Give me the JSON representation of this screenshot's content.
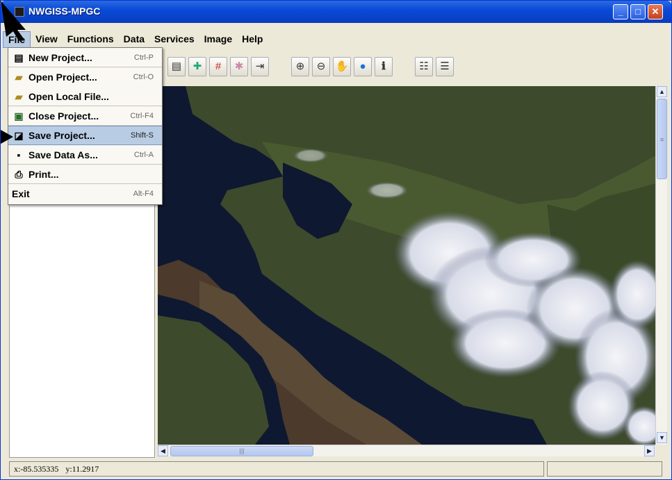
{
  "window": {
    "title": "NWGISS-MPGC",
    "controls": [
      "_",
      "□",
      "✕"
    ]
  },
  "menubar": {
    "items": [
      "File",
      "View",
      "Functions",
      "Data",
      "Services",
      "Image",
      "Help"
    ],
    "active": "File"
  },
  "file_menu": {
    "items": [
      {
        "label": "New Project...",
        "shortcut": "Ctrl-P",
        "icon": "new-project-icon"
      },
      {
        "label": "Open Project...",
        "shortcut": "Ctrl-O",
        "icon": "open-folder-icon"
      },
      {
        "label": "Open Local File...",
        "shortcut": "",
        "icon": "open-folder-icon"
      },
      {
        "label": "Close Project...",
        "shortcut": "Ctrl-F4",
        "icon": "close-folder-icon"
      },
      {
        "label": "Save Project...",
        "shortcut": "Shift-S",
        "icon": "save-project-icon"
      },
      {
        "label": "Save Data As...",
        "shortcut": "Ctrl-A",
        "icon": "floppy-disk-icon"
      },
      {
        "label": "Print...",
        "shortcut": "",
        "icon": "printer-icon"
      },
      {
        "label": "Exit",
        "shortcut": "Alt-F4",
        "icon": ""
      }
    ],
    "highlighted": "Save Project..."
  },
  "toolbar": {
    "icons": [
      "layer-list-icon",
      "add-layer-icon",
      "grid-icon",
      "color-palette-icon",
      "export-icon",
      "zoom-in-icon",
      "zoom-out-icon",
      "pan-hand-icon",
      "globe-icon",
      "info-icon",
      "legend-icon",
      "document-icon"
    ]
  },
  "status": {
    "x": "x:-85.535335",
    "y": "y:11.2917"
  }
}
